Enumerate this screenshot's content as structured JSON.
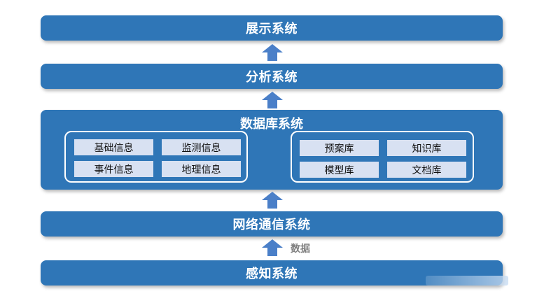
{
  "layers": {
    "display": "展示系统",
    "analysis": "分析系统",
    "database": "数据库系统",
    "network": "网络通信系统",
    "sensing": "感知系统"
  },
  "database_groups": {
    "left": [
      "基础信息",
      "监测信息",
      "事件信息",
      "地理信息"
    ],
    "right": [
      "预案库",
      "知识库",
      "模型库",
      "文档库"
    ]
  },
  "arrow_label": "数据",
  "colors": {
    "layer_fill": "#2f76b7",
    "chip_fill": "#d8e1f2",
    "arrow_fill": "#4a7fc8",
    "label_gray": "#7f7f7f"
  }
}
